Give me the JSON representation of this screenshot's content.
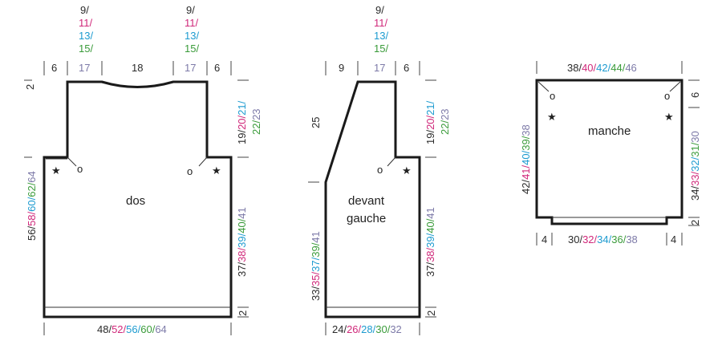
{
  "sizes_stack": [
    "9/",
    "11/",
    "13/",
    "15/",
    "17"
  ],
  "colors": {
    "s1": "#2a2a2a",
    "s2": "#d0287a",
    "s3": "#1d9bd0",
    "s4": "#3a9b3a",
    "s5": "#7d7aa8"
  },
  "dos": {
    "name": "dos",
    "shoulder": "6",
    "neck": "18",
    "rib": "2",
    "armhole_parts": [
      "19/",
      "20/",
      "21/"
    ],
    "armhole_parts2": [
      "22/",
      "23"
    ],
    "total_parts": [
      "56/",
      "58/",
      "60/",
      "62/",
      "64"
    ],
    "side_parts": [
      "37/",
      "38/",
      "39/",
      "40/",
      "41"
    ],
    "width_parts": [
      "48/",
      "52/",
      "56/",
      "60/",
      "64"
    ]
  },
  "devant": {
    "name_line1": "devant",
    "name_line2": "gauche",
    "neck": "9",
    "shoulder": "6",
    "neck_depth": "25",
    "rib": "2",
    "armhole_parts": [
      "19/",
      "20/",
      "21/"
    ],
    "armhole_parts2": [
      "22/",
      "23"
    ],
    "front_parts": [
      "33/",
      "35/",
      "37/",
      "39/",
      "41"
    ],
    "side_parts": [
      "37/",
      "38/",
      "39/",
      "40/",
      "41"
    ],
    "width_parts": [
      "24/",
      "26/",
      "28/",
      "30/",
      "32"
    ]
  },
  "manche": {
    "name": "manche",
    "top_parts": [
      "38/",
      "40/",
      "42/",
      "44/",
      "46"
    ],
    "left_parts": [
      "42/",
      "41/",
      "40/",
      "39/",
      "38"
    ],
    "right_top": "6",
    "right_parts": [
      "34/",
      "33/",
      "32/",
      "31/",
      "30"
    ],
    "rib": "2",
    "side": "4",
    "bottom_parts": [
      "30/",
      "32/",
      "34/",
      "36/",
      "38"
    ]
  },
  "symbols": {
    "circle": "o",
    "star": "★"
  }
}
